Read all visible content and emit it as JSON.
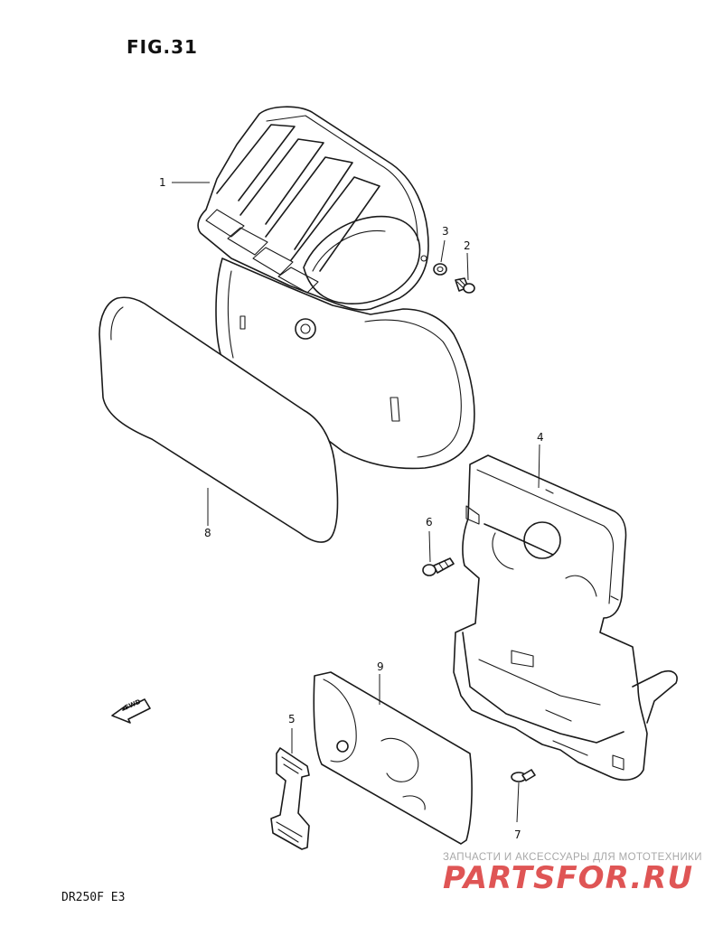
{
  "figure": {
    "title": "FIG.31",
    "model": "DR250F E3"
  },
  "fwd_label": "FWD",
  "callouts": [
    "1",
    "2",
    "3",
    "4",
    "5",
    "6",
    "7",
    "8",
    "9"
  ],
  "watermark": {
    "caption": "ЗАПЧАСТИ И АКСЕССУАРЫ ДЛЯ МОТОТЕХНИКИ",
    "logo_text": "PARTSFOR.RU",
    "color": "#d93030"
  }
}
